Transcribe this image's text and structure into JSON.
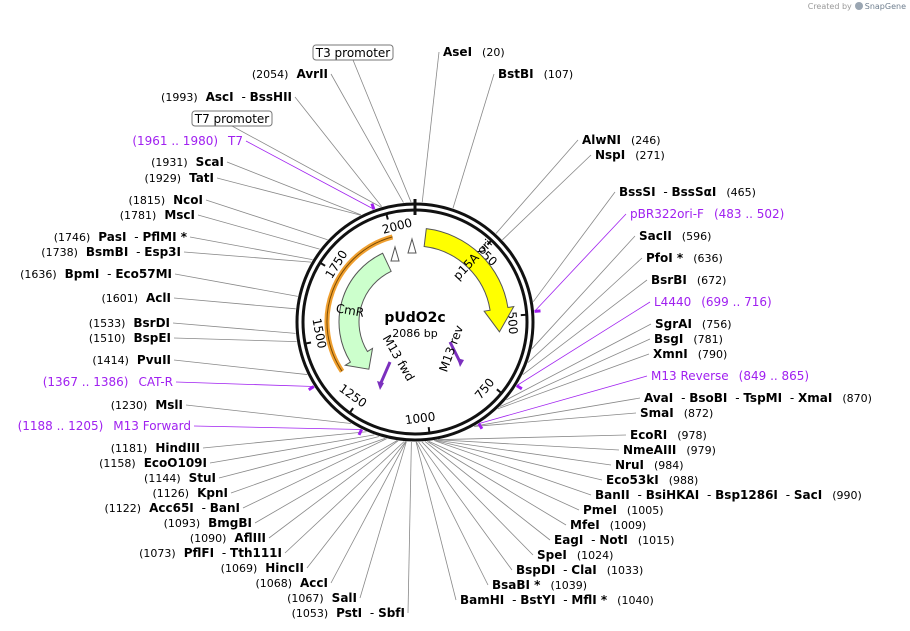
{
  "credit": {
    "prefix": "Created by",
    "brand": "SnapGene"
  },
  "plasmid": {
    "name": "pUdO2c",
    "length_label": "2086 bp",
    "length": 2086
  },
  "tick_labels": [
    "250",
    "500",
    "750",
    "1000",
    "1250",
    "1500",
    "1750",
    "2000"
  ],
  "features": [
    {
      "label": "p15A ori",
      "color": "#ffff00"
    },
    {
      "label": "CmR",
      "color": "#ccffcc"
    },
    {
      "label": "M13 rev",
      "color": "#7b2fbe"
    },
    {
      "label": "M13 fwd",
      "color": "#7b2fbe"
    },
    {
      "label": "CAT-R",
      "color": "#f0a030"
    }
  ],
  "boxed_labels": [
    "T3 promoter",
    "T7 promoter"
  ],
  "right_labels": [
    {
      "enzymes": [
        "AseI"
      ],
      "pos": "(20)"
    },
    {
      "enzymes": [
        "BstBI"
      ],
      "pos": "(107)"
    },
    {
      "enzymes": [
        "AlwNI"
      ],
      "pos": "(246)"
    },
    {
      "enzymes": [
        "NspI"
      ],
      "pos": "(271)"
    },
    {
      "enzymes": [
        "BssSI",
        "BssSαI"
      ],
      "pos": "(465)"
    },
    {
      "feature": "pBR322ori-F",
      "range": "(483 .. 502)"
    },
    {
      "enzymes": [
        "SacII"
      ],
      "pos": "(596)"
    },
    {
      "enzymes": [
        "PfoI *"
      ],
      "pos": "(636)"
    },
    {
      "enzymes": [
        "BsrBI"
      ],
      "pos": "(672)"
    },
    {
      "feature": "L4440",
      "range": "(699 .. 716)"
    },
    {
      "enzymes": [
        "SgrAI"
      ],
      "pos": "(756)"
    },
    {
      "enzymes": [
        "BsgI"
      ],
      "pos": "(781)"
    },
    {
      "enzymes": [
        "XmnI"
      ],
      "pos": "(790)"
    },
    {
      "feature": "M13 Reverse",
      "range": "(849 .. 865)"
    },
    {
      "enzymes": [
        "AvaI",
        "BsoBI",
        "TspMI",
        "XmaI"
      ],
      "pos": "(870)"
    },
    {
      "enzymes": [
        "SmaI"
      ],
      "pos": "(872)"
    },
    {
      "enzymes": [
        "EcoRI"
      ],
      "pos": "(978)"
    },
    {
      "enzymes": [
        "NmeAIII"
      ],
      "pos": "(979)"
    },
    {
      "enzymes": [
        "NruI"
      ],
      "pos": "(984)"
    },
    {
      "enzymes": [
        "Eco53kI"
      ],
      "pos": "(988)"
    },
    {
      "enzymes": [
        "BanII",
        "BsiHKAI",
        "Bsp1286I",
        "SacI"
      ],
      "pos": "(990)"
    },
    {
      "enzymes": [
        "PmeI"
      ],
      "pos": "(1005)"
    },
    {
      "enzymes": [
        "MfeI"
      ],
      "pos": "(1009)"
    },
    {
      "enzymes": [
        "EagI",
        "NotI"
      ],
      "pos": "(1015)"
    },
    {
      "enzymes": [
        "SpeI"
      ],
      "pos": "(1024)"
    },
    {
      "enzymes": [
        "BspDI",
        "ClaI"
      ],
      "pos": "(1033)"
    },
    {
      "enzymes": [
        "BsaBI *"
      ],
      "pos": "(1039)"
    },
    {
      "enzymes": [
        "BamHI",
        "BstYI",
        "MflI *"
      ],
      "pos": "(1040)"
    }
  ],
  "left_labels": [
    {
      "enzymes": [
        "AvrII"
      ],
      "pos": "(2054)"
    },
    {
      "enzymes": [
        "AscI",
        "BssHII"
      ],
      "pos": "(1993)"
    },
    {
      "feature": "T7",
      "range": "(1961 .. 1980)"
    },
    {
      "enzymes": [
        "ScaI"
      ],
      "pos": "(1931)"
    },
    {
      "enzymes": [
        "TatI"
      ],
      "pos": "(1929)"
    },
    {
      "enzymes": [
        "NcoI"
      ],
      "pos": "(1815)"
    },
    {
      "enzymes": [
        "MscI"
      ],
      "pos": "(1781)"
    },
    {
      "enzymes": [
        "PasI",
        "PflMI *"
      ],
      "pos": "(1746)"
    },
    {
      "enzymes": [
        "BsmBI",
        "Esp3I"
      ],
      "pos": "(1738)"
    },
    {
      "enzymes": [
        "BpmI",
        "Eco57MI"
      ],
      "pos": "(1636)"
    },
    {
      "enzymes": [
        "AclI"
      ],
      "pos": "(1601)"
    },
    {
      "enzymes": [
        "BsrDI"
      ],
      "pos": "(1533)"
    },
    {
      "enzymes": [
        "BspEI"
      ],
      "pos": "(1510)"
    },
    {
      "enzymes": [
        "PvuII"
      ],
      "pos": "(1414)"
    },
    {
      "feature": "CAT-R",
      "range": "(1367 .. 1386)"
    },
    {
      "enzymes": [
        "MslI"
      ],
      "pos": "(1230)"
    },
    {
      "feature": "M13 Forward",
      "range": "(1188 .. 1205)"
    },
    {
      "enzymes": [
        "HindIII"
      ],
      "pos": "(1181)"
    },
    {
      "enzymes": [
        "EcoO109I"
      ],
      "pos": "(1158)"
    },
    {
      "enzymes": [
        "StuI"
      ],
      "pos": "(1144)"
    },
    {
      "enzymes": [
        "KpnI"
      ],
      "pos": "(1126)"
    },
    {
      "enzymes": [
        "Acc65I",
        "BanI"
      ],
      "pos": "(1122)"
    },
    {
      "enzymes": [
        "BmgBI"
      ],
      "pos": "(1093)"
    },
    {
      "enzymes": [
        "AflIII"
      ],
      "pos": "(1090)"
    },
    {
      "enzymes": [
        "PflFI",
        "Tth111I"
      ],
      "pos": "(1073)"
    },
    {
      "enzymes": [
        "HincII"
      ],
      "pos": "(1069)"
    },
    {
      "enzymes": [
        "AccI"
      ],
      "pos": "(1068)"
    },
    {
      "enzymes": [
        "SalI"
      ],
      "pos": "(1067)"
    },
    {
      "enzymes": [
        "PstI",
        "SbfI"
      ],
      "pos": "(1053)"
    }
  ]
}
